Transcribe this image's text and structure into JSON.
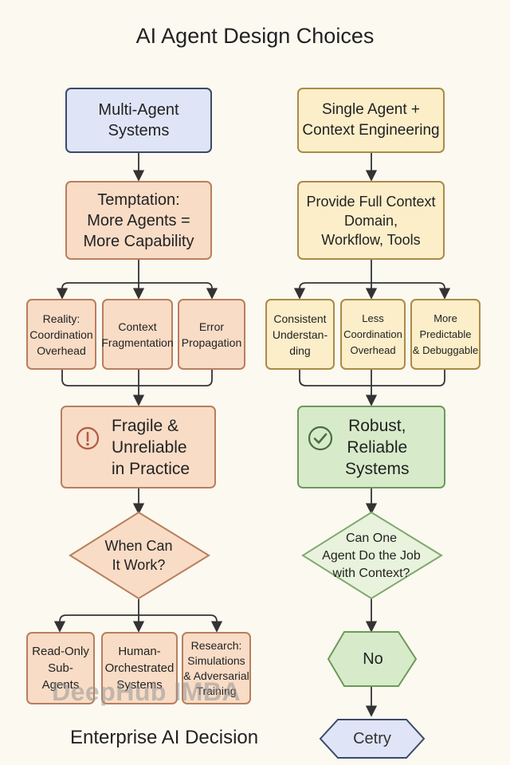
{
  "title": "AI Agent Design Choices",
  "left": {
    "top": "Multi-Agent\nSystems",
    "temptation": "Temptation:\nMore Agents =\nMore Capability",
    "sub": [
      "Reality:\nCoordination\nOverhead",
      "Context\nFragmentation",
      "Error\nPropagation"
    ],
    "result": "Fragile &\nUnreliable\nin Practice",
    "question": "When Can\nIt Work?",
    "cases": [
      "Read-Only\nSub-\nAgents",
      "Human-\nOrchestrated\nSystems",
      "Research:\nSimulations\n& Adversarial\nTraining"
    ]
  },
  "right": {
    "top": "Single Agent +\nContext Engineering",
    "provide": "Provide Full Context\nDomain,\nWorkflow, Tools",
    "sub": [
      "Consistent\nUnderstan-\nding",
      "Less\nCoordination\nOverhead",
      "More\nPredictable\n& Debuggable"
    ],
    "result": "Robust,\nReliable\nSystems",
    "question": "Can One\nAgent Do the Job\nwith Context?",
    "answer": "No",
    "final": "Cetry"
  },
  "footer": "Enterprise AI Decision",
  "watermark": "DeepHub IMBA",
  "icons": {
    "warning": "exclamation-circle-icon",
    "success": "check-circle-icon"
  },
  "colors": {
    "blue": "#dfe5f7",
    "peach": "#f8dcc6",
    "cream": "#fbeec9",
    "green": "#d7ebca"
  }
}
